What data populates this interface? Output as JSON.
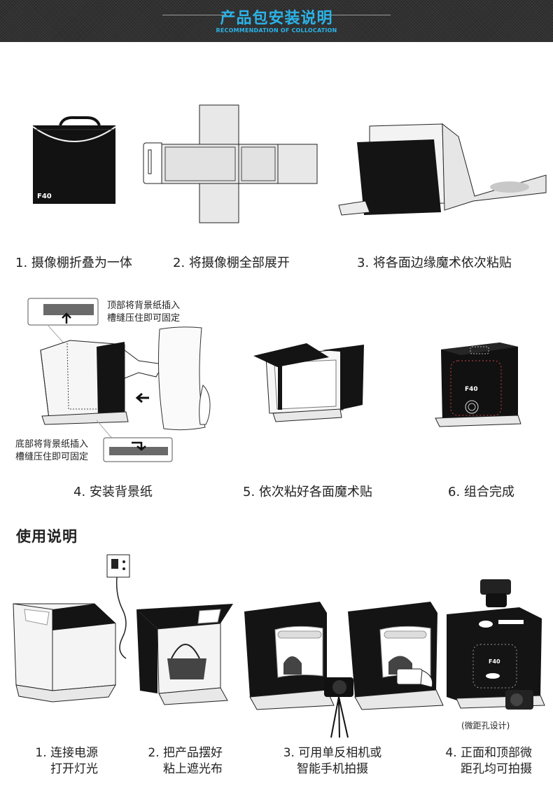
{
  "header": {
    "title": "产品包安装说明",
    "subtitle": "RECOMMENDATION OF COLLOCATION"
  },
  "install_steps": {
    "step1": "1. 摄像棚折叠为一体",
    "step2": "2. 将摄像棚全部展开",
    "step3": "3. 将各面边缘魔术依次粘贴",
    "step4": "4. 安装背景纸",
    "step5": "5. 依次粘好各面魔术贴",
    "step6": "6. 组合完成"
  },
  "product_label": "F40",
  "notes": {
    "top_line1": "顶部将背景纸插入",
    "top_line2": "槽缝压住即可固定",
    "bottom_line1": "底部将背景纸插入",
    "bottom_line2": "槽缝压住即可固定"
  },
  "usage": {
    "title": "使用说明",
    "step1_line1": "1. 连接电源",
    "step1_line2": "打开灯光",
    "step2_line1": "2. 把产品摆好",
    "step2_line2": "粘上遮光布",
    "step3_line1": "3. 可用单反相机或",
    "step3_line2": "智能手机拍摄",
    "step4_line1": "4. 正面和顶部微",
    "step4_line2": "距孔均可拍摄",
    "macro_note": "(微距孔设计)"
  }
}
